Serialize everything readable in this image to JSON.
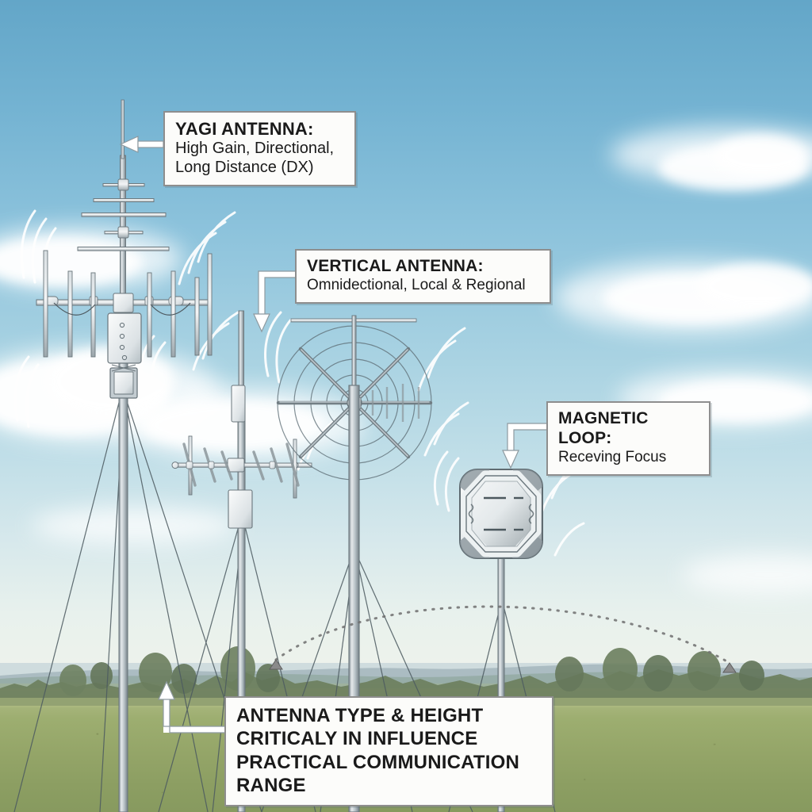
{
  "scene": {
    "title": "Amateur Radio Antenna Types Comparison Illustration",
    "sky_color": "#6BAAC9",
    "ground_color": "#94A568",
    "label_bg": "#FCFCFA",
    "label_border": "#8E8E8E",
    "arrow_color": "#FFFFFF",
    "wave_color": "#FFFFFF",
    "mast_color": "#A9B4BA"
  },
  "labels": {
    "yagi": {
      "heading": "YAGI ANTENNA:",
      "line1": "High Gain, Directional,",
      "line2": "Long Distance (DX)"
    },
    "vertical": {
      "heading": "VERTICAL ANTENNA:",
      "line1": "Omnidectional, Local & Regional"
    },
    "loop": {
      "heading": "MAGNETIC LOOP:",
      "line1": "Receving Focus"
    },
    "bottom": {
      "line1": "ANTENNA TYPE & HEIGHT",
      "line2": "CRITICALY IN INFLUENCE",
      "line3": "PRACTICAL COMMUNICATION RANGE"
    }
  },
  "icons": {
    "arrow_left": "arrow-left-icon",
    "arrow_elbow_down": "arrow-elbow-down-icon",
    "arrow_up": "arrow-up-icon",
    "propagation_arc": "dotted-propagation-arc-icon",
    "radio_waves": "radio-wave-arcs-icon"
  },
  "antennas": [
    {
      "id": "yagi-large",
      "name": "Large Yagi antenna on guyed mast",
      "elements": 7,
      "has_vhf_whip": true,
      "has_rotator_box": true,
      "has_guy_wires": true
    },
    {
      "id": "yagi-small",
      "name": "Small Yagi antenna on second mast",
      "elements": 5,
      "has_guy_wires": true
    },
    {
      "id": "vertical",
      "name": "Ground-plane vertical antenna with radials",
      "radials": 8,
      "has_guy_wires": true
    },
    {
      "id": "magnetic-loop",
      "name": "Octagonal magnetic loop antenna on pole",
      "shape": "octagon"
    }
  ]
}
